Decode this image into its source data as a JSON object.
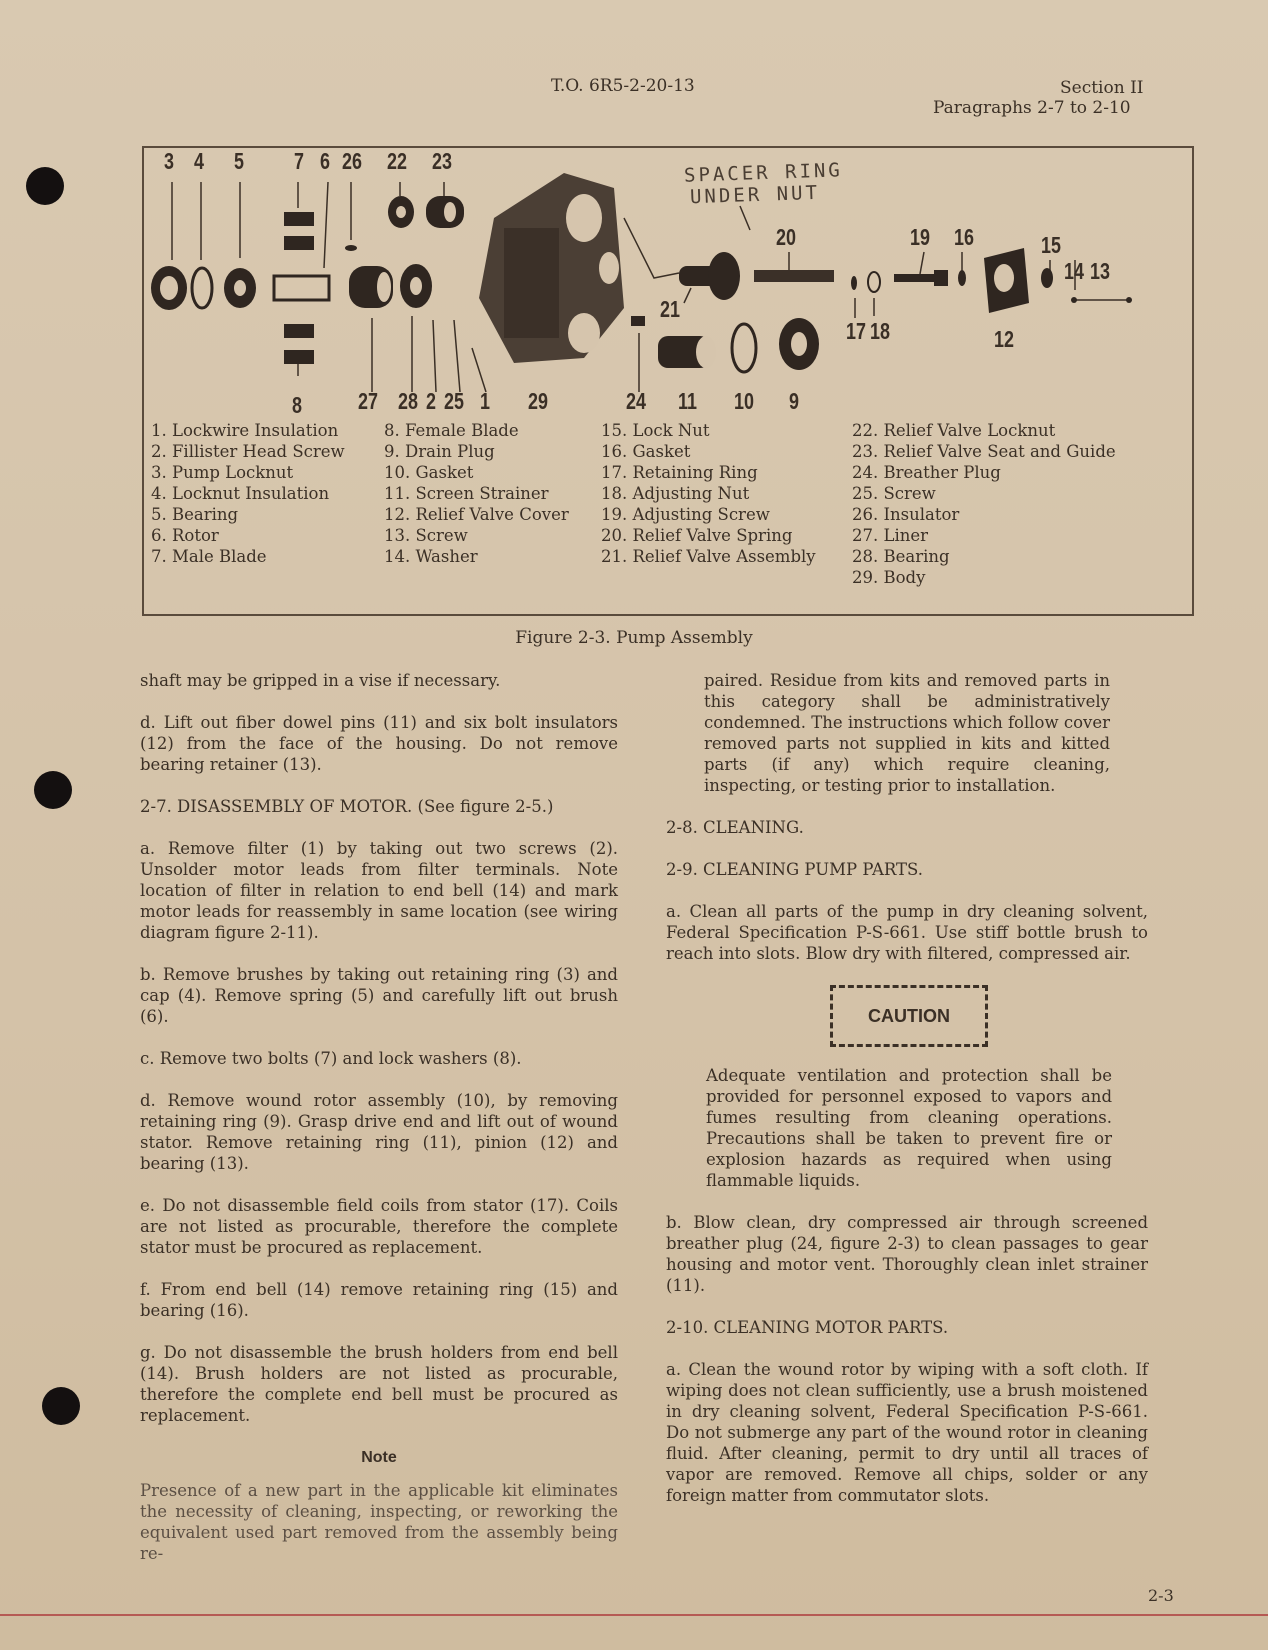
{
  "header": {
    "center": "T.O. 6R5-2-20-13",
    "right_line1": "Section II",
    "right_line2": "Paragraphs 2-7 to 2-10"
  },
  "figure": {
    "callouts": {
      "n3": "3",
      "n4": "4",
      "n5": "5",
      "n7": "7",
      "n6": "6",
      "n26": "26",
      "n22": "22",
      "n23": "23",
      "n20": "20",
      "n19": "19",
      "n16": "16",
      "n15": "15",
      "n14": "14",
      "n13": "13",
      "n21": "21",
      "n17": "17",
      "n18": "18",
      "n12": "12",
      "n8": "8",
      "n27": "27",
      "n28": "28",
      "n2": "2",
      "n25": "25",
      "n1": "1",
      "n29": "29",
      "n24": "24",
      "n11": "11",
      "n10": "10",
      "n9": "9"
    },
    "handwritten_line1": "SPACER RING",
    "handwritten_line2": "UNDER NUT",
    "legend": [
      [
        "1. Lockwire Insulation",
        "2. Fillister Head Screw",
        "3. Pump Locknut",
        "4. Locknut Insulation",
        "5. Bearing",
        "6. Rotor",
        "7. Male Blade"
      ],
      [
        "8. Female Blade",
        "9. Drain Plug",
        "10. Gasket",
        "11. Screen Strainer",
        "12. Relief Valve Cover",
        "13. Screw",
        "14. Washer"
      ],
      [
        "15. Lock Nut",
        "16. Gasket",
        "17. Retaining Ring",
        "18. Adjusting Nut",
        "19. Adjusting Screw",
        "20. Relief Valve Spring",
        "21. Relief Valve Assembly"
      ],
      [
        "22. Relief Valve Locknut",
        "23. Relief Valve Seat and Guide",
        "24. Breather Plug",
        "25. Screw",
        "26. Insulator",
        "27. Liner",
        "28. Bearing",
        "29. Body"
      ]
    ],
    "caption": "Figure 2-3.  Pump Assembly"
  },
  "left_column": {
    "p0": "shaft may be gripped in a vise if necessary.",
    "p1": "d.  Lift out fiber dowel pins (11) and six bolt insulators (12) from the face of the housing. Do not remove bearing retainer (13).",
    "h1": "2-7.  DISASSEMBLY OF MOTOR.  (See figure 2-5.)",
    "p2": "a.  Remove filter (1) by taking out two screws (2). Unsolder motor leads from filter terminals. Note location of filter in relation to end bell (14) and mark motor leads for reassembly in same location (see wiring diagram figure 2-11).",
    "p3": "b.  Remove brushes by taking out retaining ring (3) and cap (4).  Remove spring (5) and carefully lift out brush (6).",
    "p4": "c.  Remove two bolts (7) and lock washers (8).",
    "p5": "d.  Remove wound rotor assembly (10), by removing retaining ring (9).  Grasp drive end and lift out of wound stator. Remove retaining ring (11), pinion (12) and bearing (13).",
    "p6": "e.  Do not disassemble field coils from stator (17). Coils are not listed as procurable, therefore the complete stator must be procured as replacement.",
    "p7": "f.  From end bell (14) remove retaining ring (15) and bearing (16).",
    "p8": "g.  Do not disassemble the brush holders from end bell (14). Brush holders are not listed as procurable, therefore the complete end bell must be procured as replacement.",
    "note_heading": "Note",
    "note_body": "Presence of a new part in the applicable kit eliminates the necessity of cleaning, inspecting, or reworking the equivalent used part removed from the assembly being re-"
  },
  "right_column": {
    "p0": "paired. Residue from kits and removed parts in this category shall be administratively condemned. The instructions which follow cover removed parts not supplied in kits and kitted parts (if any) which require cleaning, inspecting, or testing prior to installation.",
    "h1": "2-8.  CLEANING.",
    "h2": "2-9.  CLEANING PUMP PARTS.",
    "p1": "a.  Clean all parts of the pump in dry cleaning solvent, Federal Specification P-S-661. Use stiff bottle brush to reach into slots. Blow dry with filtered, compressed air.",
    "caution_label": "CAUTION",
    "caution_body": "Adequate ventilation and protection shall be provided for personnel exposed to vapors and fumes resulting from cleaning operations. Precautions shall be taken to prevent fire or explosion hazards as required when using flammable liquids.",
    "p2": "b.  Blow clean, dry compressed air through screened breather plug (24, figure 2-3) to clean passages to gear housing and motor vent. Thoroughly clean inlet strainer (11).",
    "h3": "2-10.  CLEANING MOTOR PARTS.",
    "p3": "a.  Clean the wound rotor by wiping with a soft cloth. If wiping does not clean sufficiently, use a brush moistened in dry cleaning solvent, Federal Specification P-S-661. Do not submerge any part of the wound rotor in cleaning fluid. After cleaning, permit to dry until all traces of vapor are removed. Remove all chips, solder or any foreign matter from commutator slots."
  },
  "footer": {
    "page_number": "2-3"
  }
}
